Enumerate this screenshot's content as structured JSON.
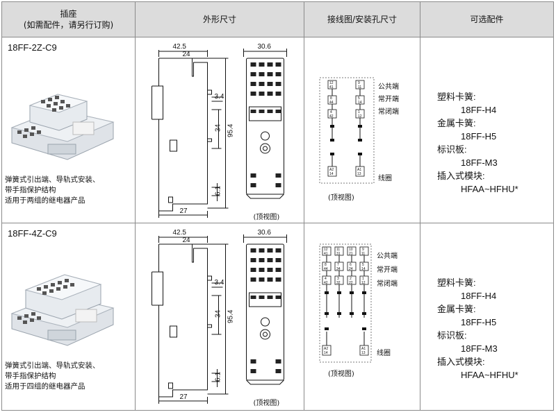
{
  "header": {
    "col1_line1": "插座",
    "col1_line2": "(如需配件，请另行订购)",
    "col2": "外形尺寸",
    "col3": "接线图/安装孔尺寸",
    "col4": "可选配件"
  },
  "rows": [
    {
      "model": "18FF-2Z-C9",
      "desc": [
        "弹簧式引出端、导轨式安装、",
        "带手指保护结构",
        "适用于两组的继电器产品"
      ],
      "dims": {
        "w_total": "42.5",
        "w_inner": "24",
        "w_front": "30.6",
        "h_small": "3.4",
        "h_mid": "34",
        "h_total": "95.4",
        "h_low": "6.1",
        "w_base": "27",
        "top_view": "(顶视图)"
      },
      "wiring": {
        "legend": [
          "公共端",
          "常开端",
          "常闭端",
          "线圈"
        ],
        "top_view": "(顶视图)",
        "pins_left": [
          "12\n41",
          "8\n44",
          "4\n42",
          "A2\n14"
        ],
        "pins_right": [
          "9\n11",
          "5\n14",
          "1\n12",
          "A1\n13"
        ]
      },
      "accessories": [
        {
          "label": "塑料卡簧:",
          "value": "18FF-H4"
        },
        {
          "label": "金属卡簧:",
          "value": "18FF-H5"
        },
        {
          "label": "标识板:",
          "value": "18FF-M3"
        },
        {
          "label": "插入式模块:",
          "value": "HFAA~HFHU*"
        }
      ]
    },
    {
      "model": "18FF-4Z-C9",
      "desc": [
        "弹簧式引出端、导轨式安装、",
        "带手指保护结构",
        "适用于四组的继电器产品"
      ],
      "dims": {
        "w_total": "42.5",
        "w_inner": "24",
        "w_front": "30.6",
        "h_small": "3.4",
        "h_mid": "34",
        "h_total": "95.4",
        "h_low": "6.1",
        "w_base": "27",
        "top_view": "(顶视图)"
      },
      "wiring": {
        "legend": [
          "公共端",
          "常开端",
          "常闭端",
          "线圈"
        ],
        "top_view": "(顶视图)",
        "pin_cols": [
          [
            "12\n41",
            "8\n44",
            "4\n42"
          ],
          [
            "11\n31",
            "7\n34",
            "3\n32"
          ],
          [
            "10\n21",
            "6\n24",
            "2\n22"
          ],
          [
            "9\n11",
            "5\n14",
            "1\n12"
          ]
        ],
        "coil": [
          "A2\n14",
          "A1\n13"
        ]
      },
      "accessories": [
        {
          "label": "塑料卡簧:",
          "value": "18FF-H4"
        },
        {
          "label": "金属卡簧:",
          "value": "18FF-H5"
        },
        {
          "label": "标识板:",
          "value": "18FF-M3"
        },
        {
          "label": "插入式模块:",
          "value": "HFAA~HFHU*"
        }
      ]
    }
  ]
}
